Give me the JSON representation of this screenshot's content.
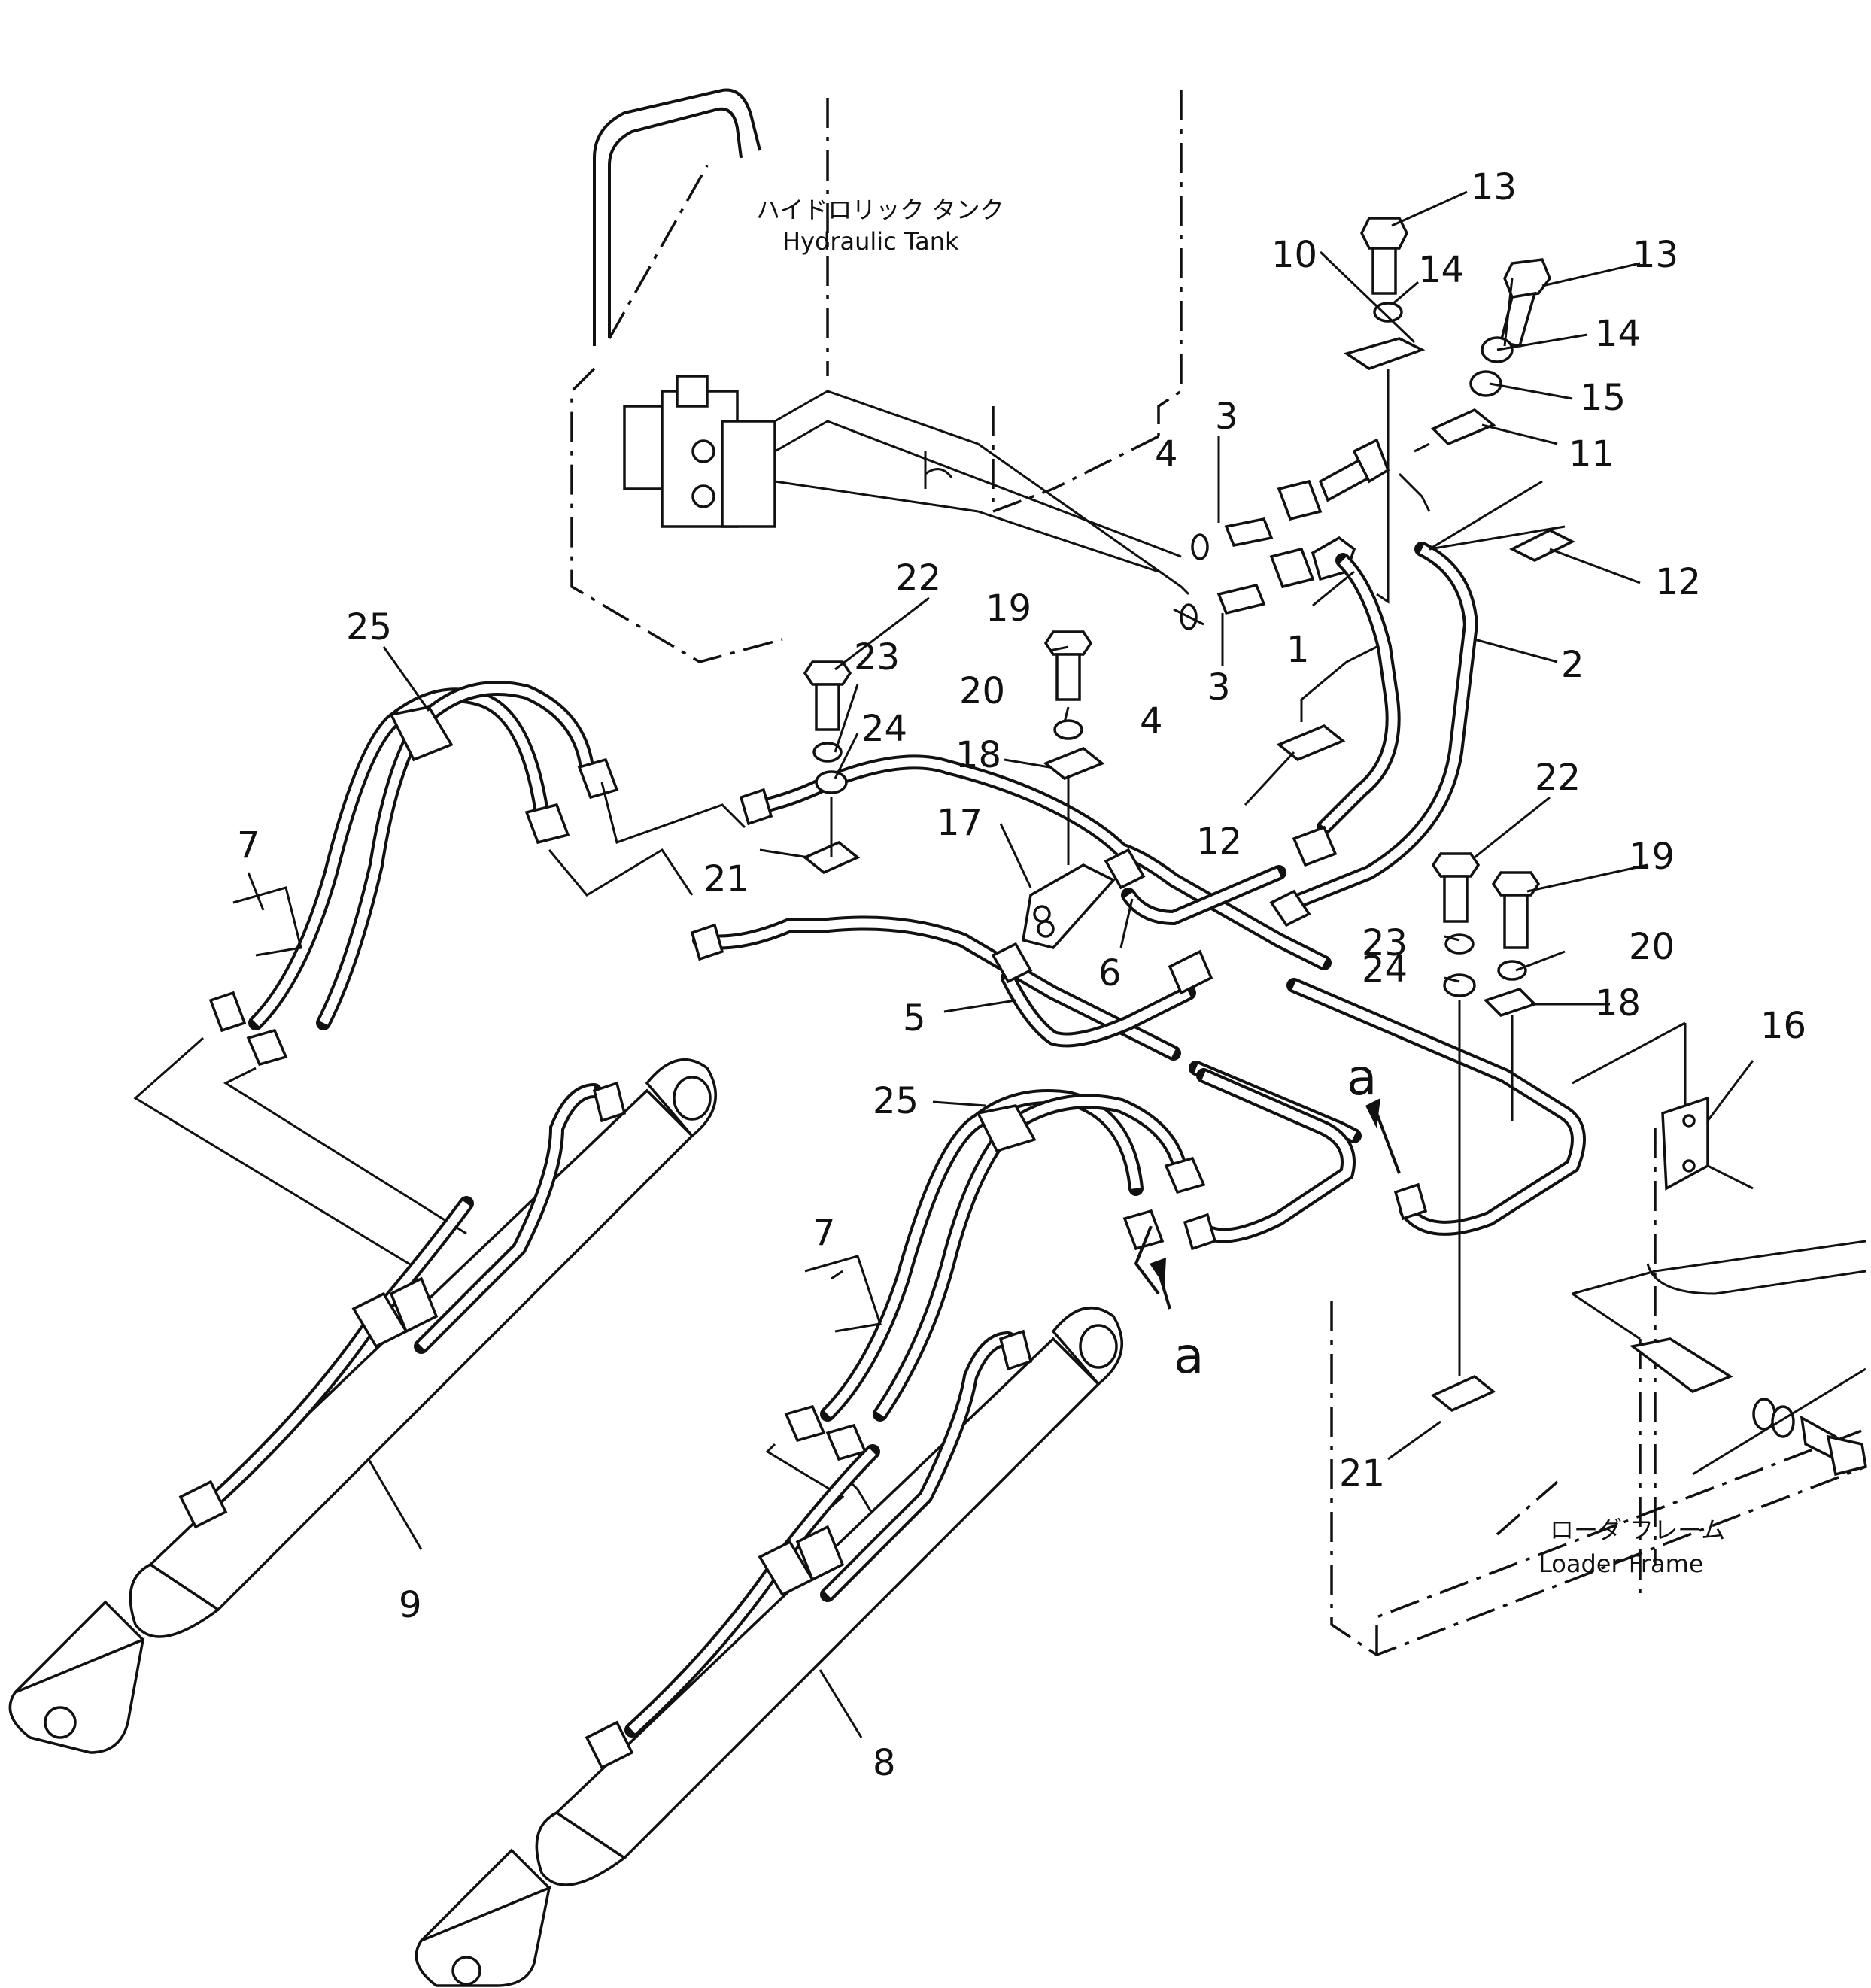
{
  "diagram": {
    "tank_label_jp": "ハイドロリック タンク",
    "tank_label_en": "Hydraulic Tank",
    "frame_label_jp": "ローダ フレーム",
    "frame_label_en": "Loader Frame",
    "view_marker": "a",
    "callouts": [
      "1",
      "2",
      "3",
      "3",
      "4",
      "4",
      "5",
      "6",
      "7",
      "7",
      "8",
      "9",
      "10",
      "11",
      "12",
      "12",
      "13",
      "13",
      "14",
      "14",
      "15",
      "16",
      "17",
      "18",
      "18",
      "19",
      "19",
      "20",
      "20",
      "21",
      "21",
      "22",
      "22",
      "23",
      "23",
      "24",
      "24",
      "25",
      "25"
    ]
  }
}
